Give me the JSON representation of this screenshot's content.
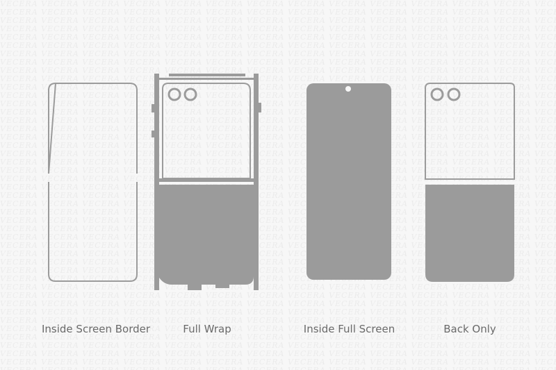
{
  "labels": {
    "inside_screen_border": "Inside Screen Border",
    "full_wrap": "Full Wrap",
    "inside_full_screen": "Inside Full Screen",
    "back_only": "Back Only"
  },
  "colors": {
    "background": "#f7f7f7",
    "fill": "#9b9b9b",
    "outline": "#9b9b9b",
    "caption": "#6a6a6a",
    "watermark": "#ebebeb"
  },
  "watermark_text": "VECERA"
}
